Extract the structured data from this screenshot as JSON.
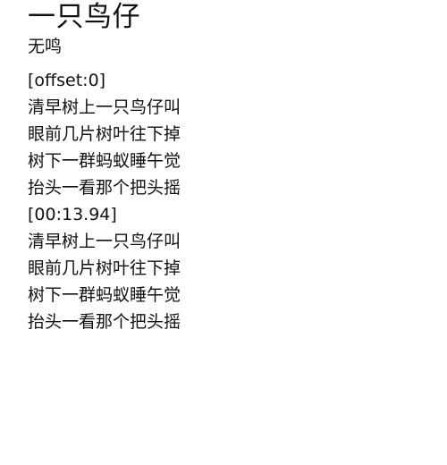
{
  "song": {
    "title": "一只鸟仔",
    "artist": "无鸣"
  },
  "lyrics": [
    "[offset:0]",
    "清早树上一只鸟仔叫",
    "眼前几片树叶往下掉",
    "树下一群蚂蚁睡午觉",
    "抬头一看那个把头摇",
    "[00:13.94]",
    "清早树上一只鸟仔叫",
    "眼前几片树叶往下掉",
    "树下一群蚂蚁睡午觉",
    "抬头一看那个把头摇"
  ]
}
